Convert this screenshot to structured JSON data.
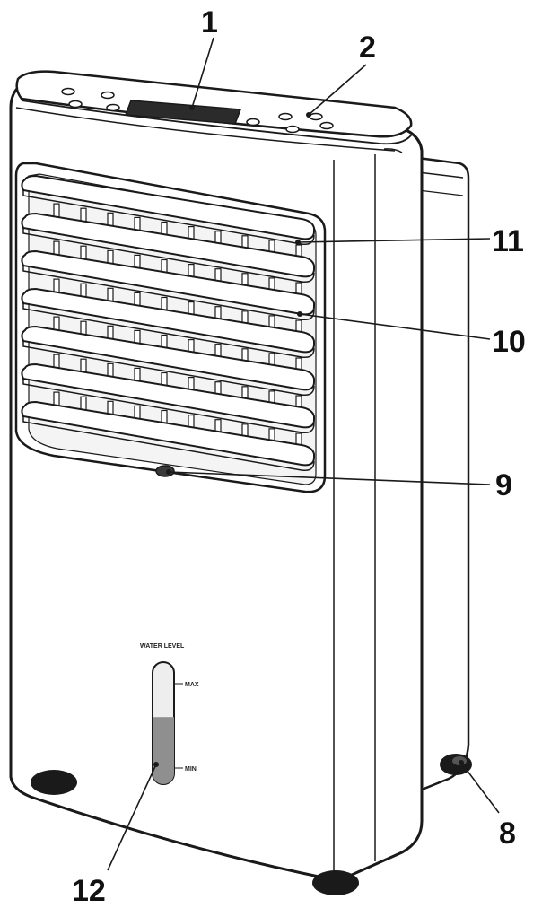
{
  "diagram": {
    "colors": {
      "line": "#1a1a1a",
      "body": "#ffffff",
      "display": "#2b2b2b",
      "window": "#c8c8c8",
      "water": "#8f8f8f"
    },
    "callouts": [
      {
        "id": "1",
        "label": "1"
      },
      {
        "id": "2",
        "label": "2"
      },
      {
        "id": "11",
        "label": "11"
      },
      {
        "id": "10",
        "label": "10"
      },
      {
        "id": "9",
        "label": "9"
      },
      {
        "id": "8",
        "label": "8"
      },
      {
        "id": "12",
        "label": "12"
      }
    ],
    "gauge": {
      "title": "WATER LEVEL",
      "max_label": "MAX",
      "min_label": "MIN",
      "fill_level": 0.55
    }
  }
}
